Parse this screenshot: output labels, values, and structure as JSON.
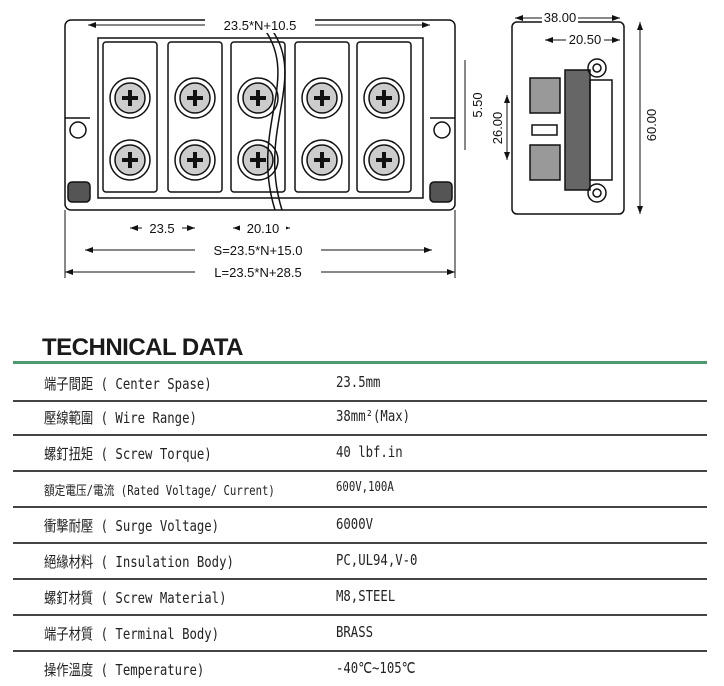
{
  "drawing": {
    "dims": {
      "top_width": "23.5*N+10.5",
      "side_depth": "38.00",
      "side_half": "20.50",
      "notch": "5.50",
      "inner_height": "26.00",
      "height": "60.00",
      "pitch": "23.5",
      "gap": "20.10",
      "s_formula": "S=23.5*N+15.0",
      "l_formula": "L=23.5*N+28.5"
    },
    "terminal_count": 5
  },
  "title": "TECHNICAL DATA",
  "accent_color": "#4f9a6e",
  "rows": [
    {
      "label": "端子間距 ( Center Spase)",
      "value": "23.5mm"
    },
    {
      "label": "壓線範圍 ( Wire Range)",
      "value": "38mm²(Max)"
    },
    {
      "label": "螺釘扭矩 ( Screw Torque)",
      "value": "40 lbf.in"
    },
    {
      "label": "額定電压/電流 (Rated Voltage/ Current)",
      "value": "600V,100A"
    },
    {
      "label": "衝擊耐壓 ( Surge Voltage)",
      "value": "6000V"
    },
    {
      "label": "絕緣材料 ( Insulation Body)",
      "value": "PC,UL94,V-0"
    },
    {
      "label": "螺釘材質 ( Screw Material)",
      "value": "M8,STEEL"
    },
    {
      "label": "端子材質 ( Terminal Body)",
      "value": "BRASS"
    },
    {
      "label": "操作溫度 ( Temperature)",
      "value": "-40℃~105℃"
    }
  ]
}
